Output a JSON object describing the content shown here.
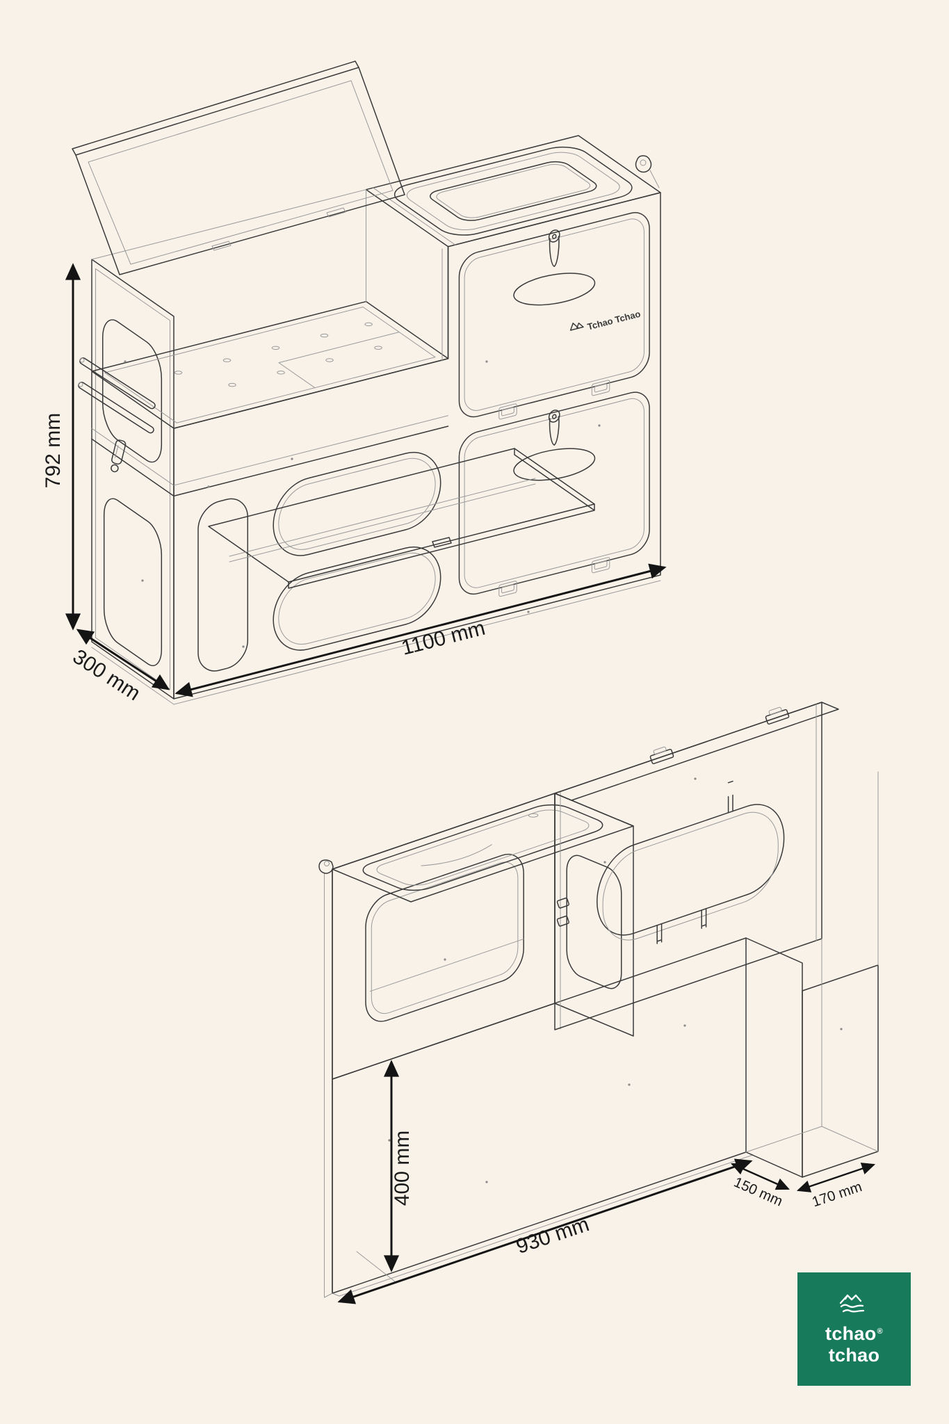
{
  "page": {
    "background": "#F8F2E9",
    "line_color": "#3a3a3a",
    "dimension_color": "#141414"
  },
  "front_view": {
    "name": "camper-kitchen-front-isometric-view",
    "door_label": "Tchao Tchao",
    "dims": {
      "height": "792 mm",
      "width": "1100 mm",
      "depth": "300 mm"
    }
  },
  "rear_view": {
    "name": "camper-kitchen-rear-isometric-view",
    "dims": {
      "lower_height": "400 mm",
      "lower_width": "930 mm",
      "inner_foot_depth": "150 mm",
      "outer_foot_width": "170 mm"
    }
  },
  "logo": {
    "brand": "tchao tchao",
    "line1": "tchao",
    "registered": "®",
    "line2": "tchao",
    "background": "#177A5B",
    "icon": "mountains-waves-icon"
  }
}
